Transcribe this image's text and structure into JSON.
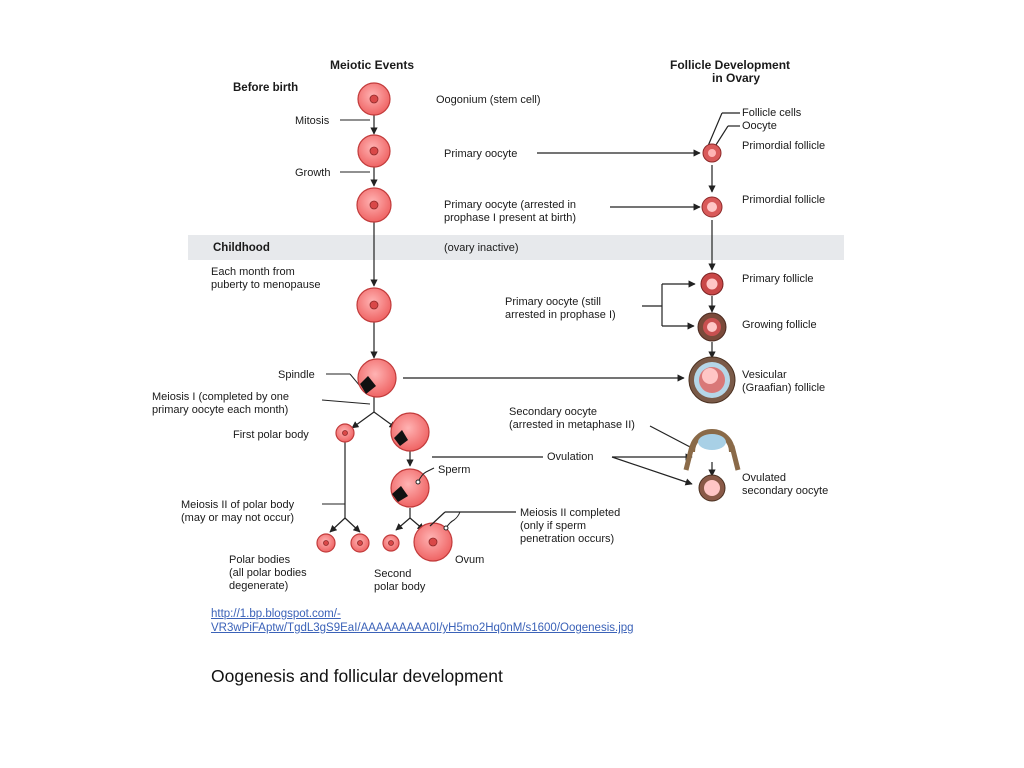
{
  "headers": {
    "meiotic": "Meiotic Events",
    "follicle_line1": "Follicle Development",
    "follicle_line2": "in Ovary"
  },
  "sections": {
    "before_birth": "Before birth",
    "childhood": "Childhood"
  },
  "left_labels": {
    "mitosis": "Mitosis",
    "growth": "Growth",
    "each_month_1": "Each month from",
    "each_month_2": "puberty to menopause",
    "spindle": "Spindle",
    "meiosis1_1": "Meiosis I (completed by one",
    "meiosis1_2": "primary oocyte each month)",
    "first_polar": "First polar body",
    "meiosis2_polar_1": "Meiosis II of polar body",
    "meiosis2_polar_2": "(may or may not occur)",
    "polar_bodies_1": "Polar bodies",
    "polar_bodies_2": "(all polar bodies",
    "polar_bodies_3": "degenerate)",
    "second_polar_1": "Second",
    "second_polar_2": "polar body",
    "ovum": "Ovum"
  },
  "center_labels": {
    "oogonium": "Oogonium (stem cell)",
    "primary_oocyte": "Primary oocyte",
    "arrested_1": "Primary oocyte (arrested in",
    "arrested_2": "prophase I present at birth)",
    "ovary_inactive": "(ovary inactive)",
    "still_arrested_1": "Primary oocyte (still",
    "still_arrested_2": "arrested in prophase I)",
    "secondary_1": "Secondary oocyte",
    "secondary_2": "(arrested in metaphase II)",
    "ovulation": "Ovulation",
    "sperm": "Sperm",
    "meiosis2_done_1": "Meiosis II completed",
    "meiosis2_done_2": "(only if sperm",
    "meiosis2_done_3": "penetration occurs)"
  },
  "right_labels": {
    "follicle_cells": "Follicle cells",
    "oocyte": "Oocyte",
    "primordial_1": "Primordial follicle",
    "primordial_2": "Primordial follicle",
    "primary_follicle": "Primary follicle",
    "growing": "Growing follicle",
    "vesicular_1": "Vesicular",
    "vesicular_2": "(Graafian) follicle",
    "ovulated_1": "Ovulated",
    "ovulated_2": "secondary oocyte"
  },
  "footer": {
    "link_line1": "http://1.bp.blogspot.com/-",
    "link_line2": "VR3wPiFAptw/TgdL3gS9EaI/AAAAAAAAA0I/yH5mo2Hq0nM/s1600/Oogenesis.jpg",
    "caption": "Oogenesis and follicular development"
  },
  "colors": {
    "cell_fill": "#f26b6b",
    "cell_stroke": "#c23b3b",
    "band": "#e7e9ec",
    "link": "#3b62b8"
  }
}
